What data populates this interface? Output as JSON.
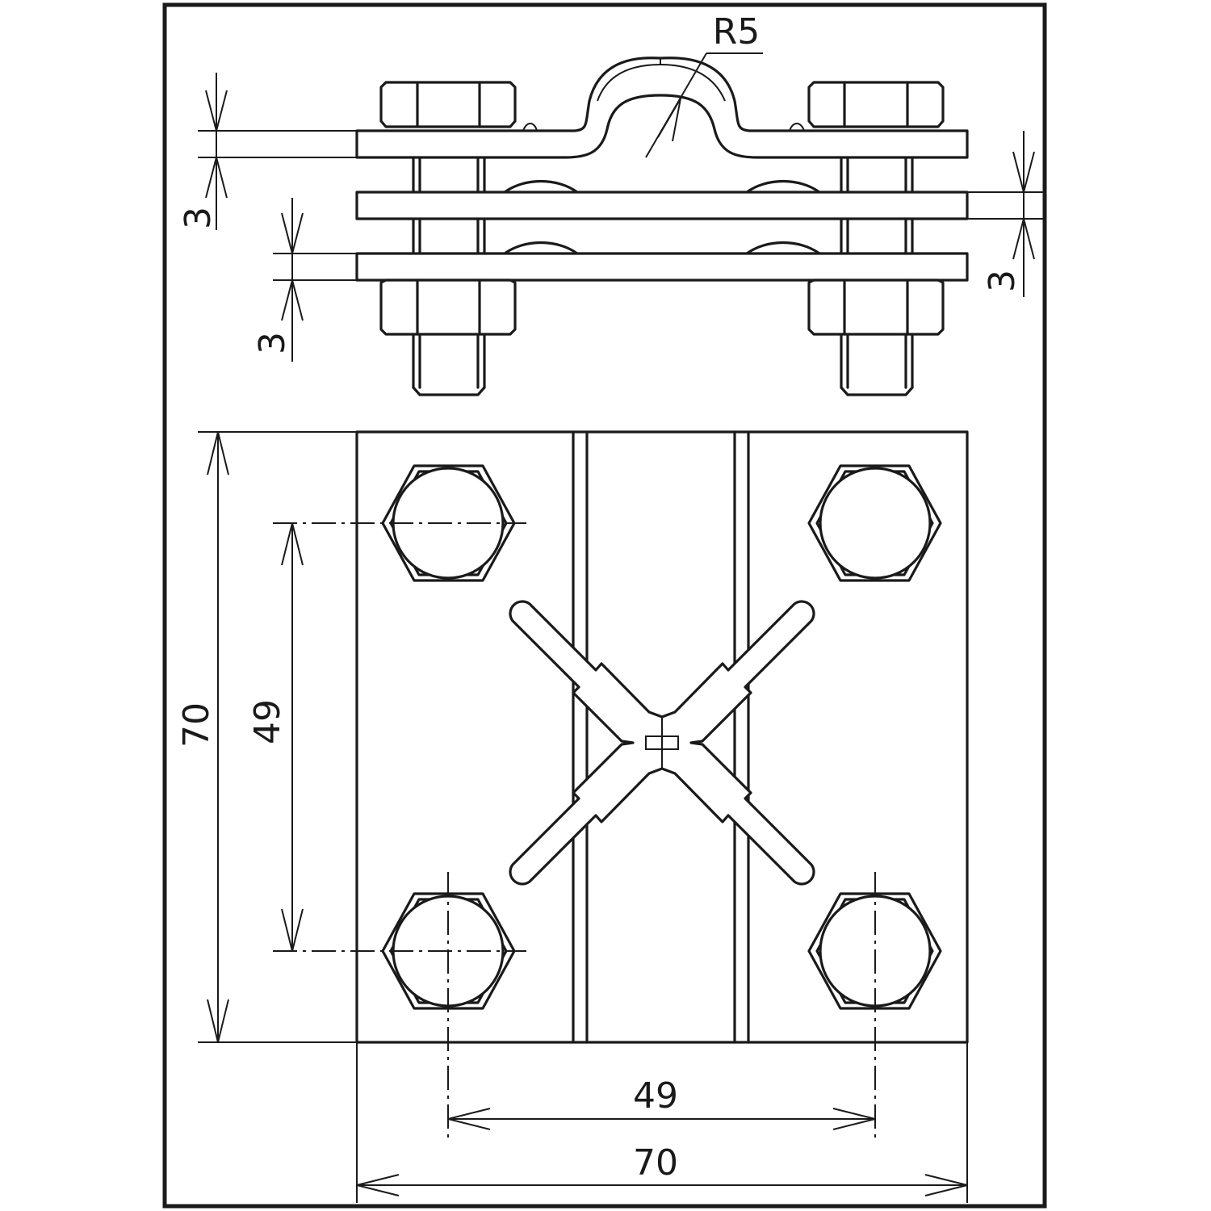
{
  "drawing": {
    "colors": {
      "line": "#1a1a1a",
      "background": "#ffffff"
    },
    "dimensions": {
      "radius": "R5",
      "top_plate_thickness": "3",
      "middle_plate_thickness": "3",
      "bottom_plate_thickness": "3",
      "plan_height": "70",
      "plan_hole_spacing_vertical": "49",
      "plan_hole_spacing_horizontal": "49",
      "plan_width": "70"
    }
  }
}
